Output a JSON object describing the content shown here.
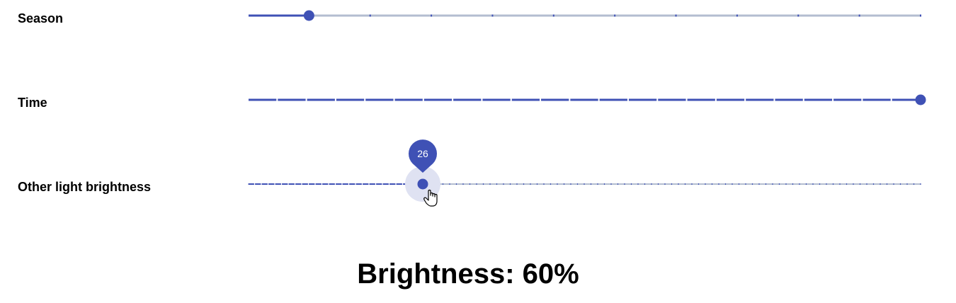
{
  "sliders": [
    {
      "id": "season",
      "label": "Season",
      "min": 0,
      "max": 11,
      "step": 1,
      "value": 1,
      "marks": true
    },
    {
      "id": "time",
      "label": "Time",
      "min": 0,
      "max": 23,
      "step": 1,
      "value": 23,
      "marks": true
    },
    {
      "id": "other-light",
      "label": "Other light brightness",
      "min": 0,
      "max": 100,
      "step": 1,
      "value": 26,
      "value_label": "26",
      "marks": true,
      "focused": true
    }
  ],
  "result": {
    "text": "Brightness: 60%"
  },
  "colors": {
    "accent": "#3f51b5",
    "rail": "#b3bdd0",
    "halo": "#dfe2f2",
    "text": "#000000"
  },
  "icons": {
    "cursor": "hand-pointer-icon"
  }
}
